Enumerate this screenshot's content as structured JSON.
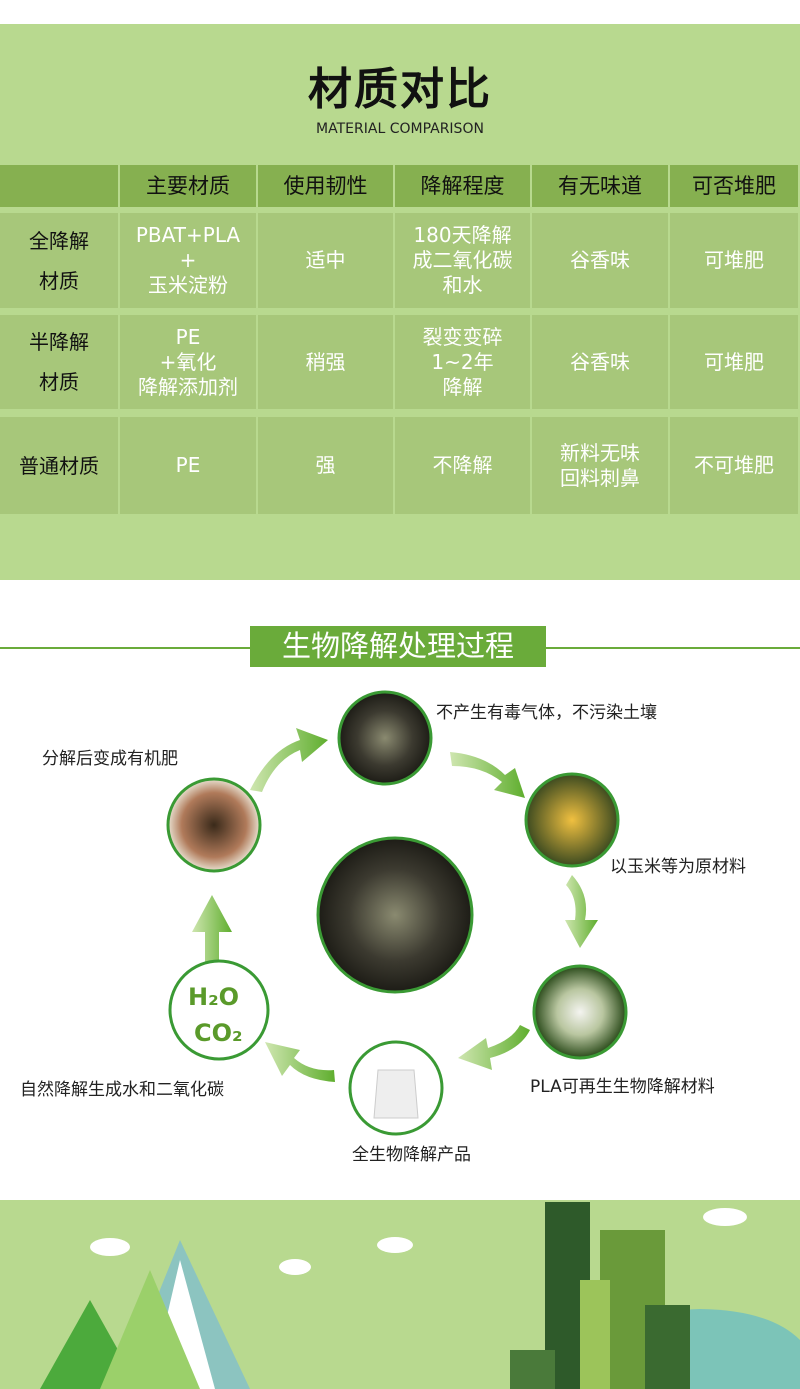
{
  "header": {
    "title": "材质对比",
    "subtitle": "MATERIAL COMPARISON"
  },
  "table": {
    "columns": [
      "主要材质",
      "使用韧性",
      "降解程度",
      "有无味道",
      "可否堆肥"
    ],
    "rows": [
      {
        "label": "全降解\n材质",
        "cells": [
          "PBAT+PLA\n+\n玉米淀粉",
          "适中",
          "180天降解\n成二氧化碳\n和水",
          "谷香味",
          "可堆肥"
        ]
      },
      {
        "label": "半降解\n材质",
        "cells": [
          "PE\n+氧化\n降解添加剂",
          "稍强",
          "裂变变碎\n1~2年\n降解",
          "谷香味",
          "可堆肥"
        ]
      },
      {
        "label": "普通材质",
        "cells": [
          "PE",
          "强",
          "不降解",
          "新料无味\n回料刺鼻",
          "不可堆肥"
        ]
      }
    ]
  },
  "process": {
    "title": "生物降解处理过程",
    "steps": [
      "不产生有毒气体，不污染土壤",
      "以玉米等为原材料",
      "PLA可再生生物降解材料",
      "全生物降解产品",
      "自然降解生成水和二氧化碳",
      "分解后变成有机肥"
    ],
    "h2o": "H₂O",
    "co2": "CO₂"
  },
  "colors": {
    "bg": "#b8d98f",
    "header_row": "#86b050",
    "cell": "#a7c77a",
    "accent": "#6aab3a"
  }
}
